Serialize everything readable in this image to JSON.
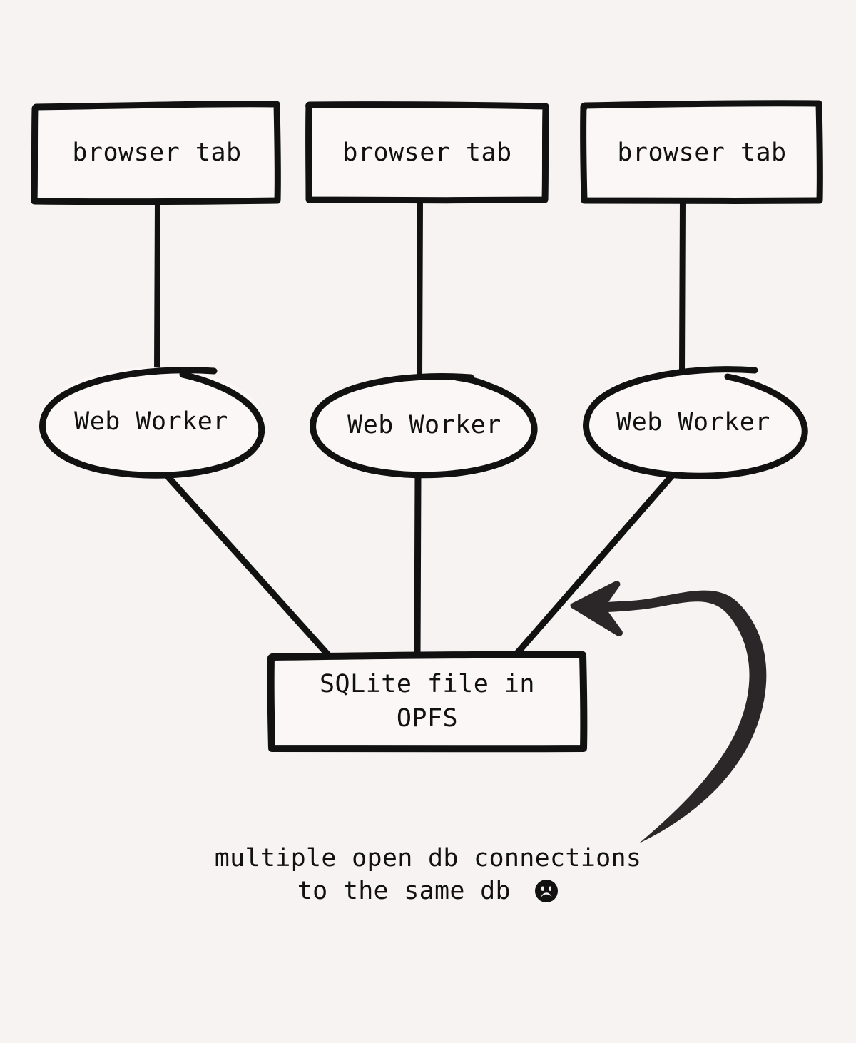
{
  "diagram": {
    "title": "multiple open db connections to the same db",
    "background_color": "#f7f3f2",
    "stroke_color": "#111111",
    "arrow_color": "#2b2628",
    "fill_color": "#faf7f6",
    "nodes": {
      "tabs": [
        {
          "id": "tab-1",
          "label": "browser tab",
          "shape": "rectangle"
        },
        {
          "id": "tab-2",
          "label": "browser tab",
          "shape": "rectangle"
        },
        {
          "id": "tab-3",
          "label": "browser tab",
          "shape": "rectangle"
        }
      ],
      "workers": [
        {
          "id": "worker-1",
          "label": "Web Worker",
          "shape": "ellipse"
        },
        {
          "id": "worker-2",
          "label": "Web Worker",
          "shape": "ellipse"
        },
        {
          "id": "worker-3",
          "label": "Web Worker",
          "shape": "ellipse"
        }
      ],
      "store": {
        "id": "sqlite-store",
        "shape": "rectangle",
        "label_line1": "SQLite file in",
        "label_line2": "OPFS"
      }
    },
    "edges": [
      {
        "from": "tab-1",
        "to": "worker-1",
        "style": "straight"
      },
      {
        "from": "tab-2",
        "to": "worker-2",
        "style": "straight"
      },
      {
        "from": "tab-3",
        "to": "worker-3",
        "style": "straight"
      },
      {
        "from": "worker-1",
        "to": "sqlite-store",
        "style": "straight"
      },
      {
        "from": "worker-2",
        "to": "sqlite-store",
        "style": "straight"
      },
      {
        "from": "worker-3",
        "to": "sqlite-store",
        "style": "straight"
      }
    ],
    "annotation": {
      "id": "caption-annotation",
      "line1": "multiple open db connections",
      "line2": "to the same db",
      "emoji_name": "frowning-face-emoji",
      "arrow": {
        "id": "annotation-arrow",
        "shape": "curved",
        "points_to": "worker-3-to-store-edge"
      }
    }
  }
}
